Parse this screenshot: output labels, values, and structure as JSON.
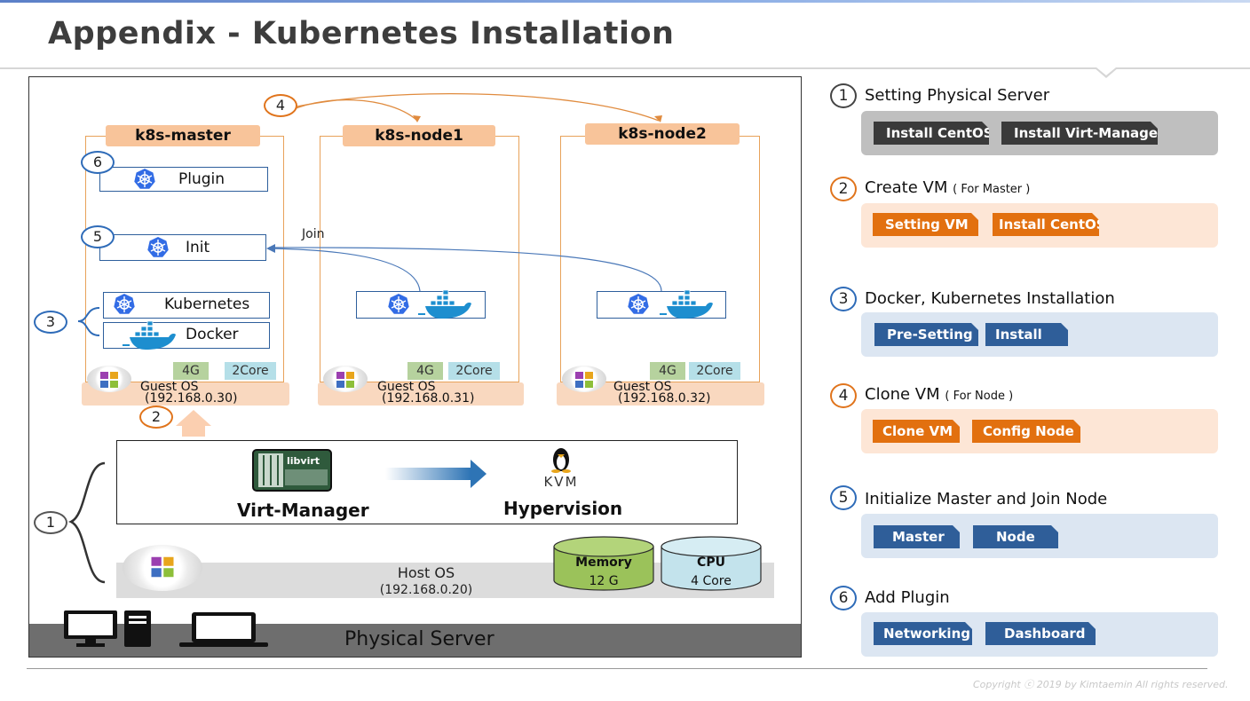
{
  "title": "Appendix - Kubernetes Installation",
  "diagram": {
    "vms": [
      {
        "name": "k8s-master",
        "guest_os": "Guest OS",
        "ip": "(192.168.0.30)",
        "memory": "4G",
        "cpu": "2Core"
      },
      {
        "name": "k8s-node1",
        "guest_os": "Guest OS",
        "ip": "(192.168.0.31)",
        "memory": "4G",
        "cpu": "2Core"
      },
      {
        "name": "k8s-node2",
        "guest_os": "Guest OS",
        "ip": "(192.168.0.32)",
        "memory": "4G",
        "cpu": "2Core"
      }
    ],
    "master_boxes": {
      "plugin": "Plugin",
      "init": "Init",
      "kubernetes": "Kubernetes",
      "docker": "Docker"
    },
    "join_label": "Join",
    "markers": [
      "1",
      "2",
      "3",
      "4",
      "5",
      "6"
    ],
    "virt_manager": "Virt-Manager",
    "libvirt_logo": "libvirt",
    "hypervision": "Hypervision",
    "kvm_logo": "KVM",
    "host_os": "Host OS",
    "host_ip": "(192.168.0.20)",
    "memory": {
      "label": "Memory",
      "value": "12 G"
    },
    "cpu": {
      "label": "CPU",
      "value": "4 Core"
    },
    "physical_server": "Physical Server"
  },
  "steps": [
    {
      "num": "1",
      "title": "Setting Physical Server",
      "note": "",
      "items": [
        "Install CentOS",
        "Install Virt-Manager"
      ]
    },
    {
      "num": "2",
      "title": "Create VM",
      "note": "( For Master )",
      "items": [
        "Setting VM",
        "Install CentOS"
      ]
    },
    {
      "num": "3",
      "title": "Docker, Kubernetes Installation",
      "note": "",
      "items": [
        "Pre-Setting",
        "Install"
      ]
    },
    {
      "num": "4",
      "title": "Clone VM",
      "note": "( For Node )",
      "items": [
        "Clone VM",
        "Config Node"
      ]
    },
    {
      "num": "5",
      "title": "Initialize Master and Join Node",
      "note": "",
      "items": [
        "Master",
        "Node"
      ]
    },
    {
      "num": "6",
      "title": "Add Plugin",
      "note": "",
      "items": [
        "Networking",
        "Dashboard"
      ]
    }
  ],
  "copyright": "Copyright ⓒ 2019 by Kimtaemin All rights reserved.",
  "colors": {
    "orange": "#e2700f",
    "blue": "#2f5e99",
    "dark": "#3a3a3a",
    "vm_border": "#e8a25a",
    "vm_title": "#f8c49a"
  }
}
